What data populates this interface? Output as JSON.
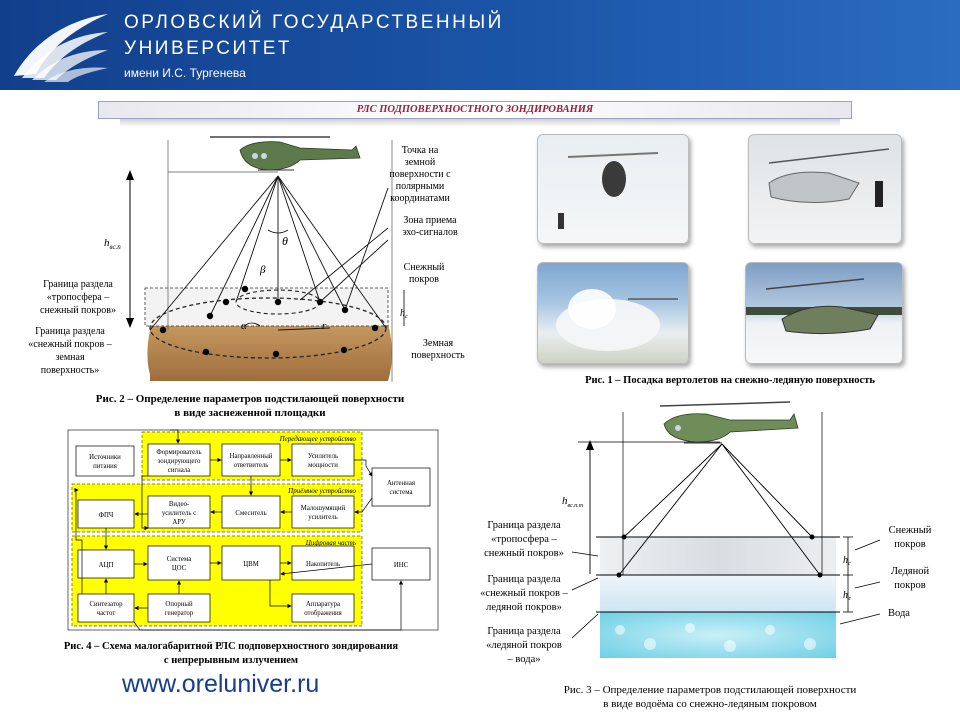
{
  "header": {
    "line1": "ОРЛОВСКИЙ ГОСУДАРСТВЕННЫЙ",
    "line2": "УНИВЕРСИТЕТ",
    "line3": "имени И.С. Тургенева"
  },
  "slide_title": "РЛС ПОДПОВЕРХНОСТНОГО  ЗОНДИРОВАНИЯ",
  "fig2": {
    "h_label": "h",
    "h_sub": "вс.п",
    "point_label": [
      "Точка на",
      "земной",
      "поверхности с",
      "полярными",
      "координатами"
    ],
    "echo_label": [
      "Зона приема",
      "эхо-сигналов"
    ],
    "snow_label": [
      "Снежный",
      "покров"
    ],
    "hc_label": "h",
    "hc_sub": "с",
    "ground_label": [
      "Земная",
      "поверхность"
    ],
    "border1": [
      "Граница раздела",
      "«тропосфера –",
      "снежный покров»"
    ],
    "border2": [
      "Граница раздела",
      "«снежный покров –",
      "земная",
      "поверхность»"
    ],
    "theta": "θ",
    "beta": "β",
    "alpha": "α",
    "r": "r",
    "caption": [
      "Рис. 2 – Определение параметров подстилающей поверхности",
      "в виде заснеженной площадки"
    ]
  },
  "fig1": {
    "caption": "Рис. 1 – Посадка вертолетов на снежно-ледяную  поверхность"
  },
  "fig4": {
    "group_tx": "Передающее устройство",
    "group_rx": "Приёмное устройство",
    "group_dig": "Цифровая часть",
    "blocks": {
      "power": [
        "Источники",
        "питания"
      ],
      "former": [
        "Формирователь",
        "зондирующего",
        "сигнала"
      ],
      "coupler": [
        "Направленный",
        "ответвитель"
      ],
      "amp": [
        "Усилитель",
        "мощности"
      ],
      "antenna": [
        "Антенная",
        "система"
      ],
      "fpch": [
        "ФПЧ"
      ],
      "video": [
        "Видео-",
        "усилитель с",
        "АРУ"
      ],
      "mixer": [
        "Смеситель"
      ],
      "lna": [
        "Малошумящий",
        "усилитель"
      ],
      "adc": [
        "АЦП"
      ],
      "dsp": [
        "Система",
        "ЦОС"
      ],
      "cvm": [
        "ЦВМ"
      ],
      "storage": [
        "Накопитель"
      ],
      "ins": [
        "ИНС"
      ],
      "synth": [
        "Синтезатор",
        "частот"
      ],
      "ref": [
        "Опорный",
        "генератор"
      ],
      "display": [
        "Аппаратура",
        "отображения"
      ]
    },
    "caption": [
      "Рис. 4 – Схема малогабаритной РЛС подповерхностного зондирования",
      "с непрерывным излучением"
    ]
  },
  "fig3": {
    "h_label": "h",
    "h_sub": "вс.п.т",
    "hc_label": "h",
    "hc_sub": "с",
    "hl_label": "h",
    "hl_sub": "л",
    "snow": [
      "Снежный",
      "покров"
    ],
    "ice": [
      "Ледяной",
      "покров"
    ],
    "water": [
      "Вода"
    ],
    "border1": [
      "Граница раздела",
      "«тропосфера –",
      "снежный покров»"
    ],
    "border2": [
      "Граница раздела",
      "«снежный покров –",
      "ледяной покров»"
    ],
    "border3": [
      "Граница раздела",
      "«ледяной покров",
      "– вода»"
    ],
    "caption": [
      "Рис. 3 – Определение параметров подстилающей поверхности",
      "в виде водоёма со снежно-ледяным покровом"
    ]
  },
  "footer_url": "www.oreluniver.ru",
  "colors": {
    "header_blue": "#1b55a8",
    "title_red": "#9a1e3a",
    "yellow": "#ffff00",
    "ground": "#b78a58"
  }
}
